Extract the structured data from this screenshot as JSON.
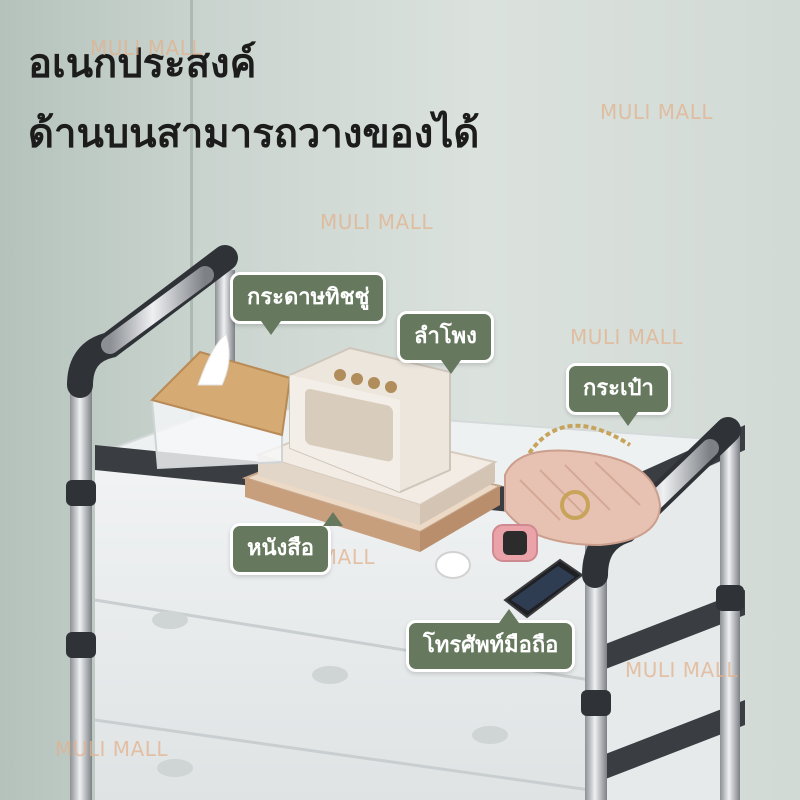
{
  "headline": {
    "line1": "อเนกประสงค์",
    "line2": "ด้านบนสามารถวางของได้"
  },
  "watermark": {
    "text": "MULI MALL"
  },
  "callouts": {
    "tissue": "กระดาษทิชชู่",
    "speaker": "ลำโพง",
    "bag": "กระเป๋า",
    "book": "หนังสือ",
    "phone": "โทรศัพท์มือถือ"
  },
  "colors": {
    "callout_fill": "#66795e",
    "callout_border": "#ffffff",
    "headline_text": "#1c1c1c",
    "watermark": "#e1b28c",
    "wall": "#c9d3ce"
  },
  "icons": [
    "shelf-rack-icon",
    "tissue-box-icon",
    "speaker-icon",
    "handbag-icon",
    "book-stack-icon",
    "smartphone-icon",
    "smartwatch-icon",
    "earbuds-case-icon"
  ]
}
